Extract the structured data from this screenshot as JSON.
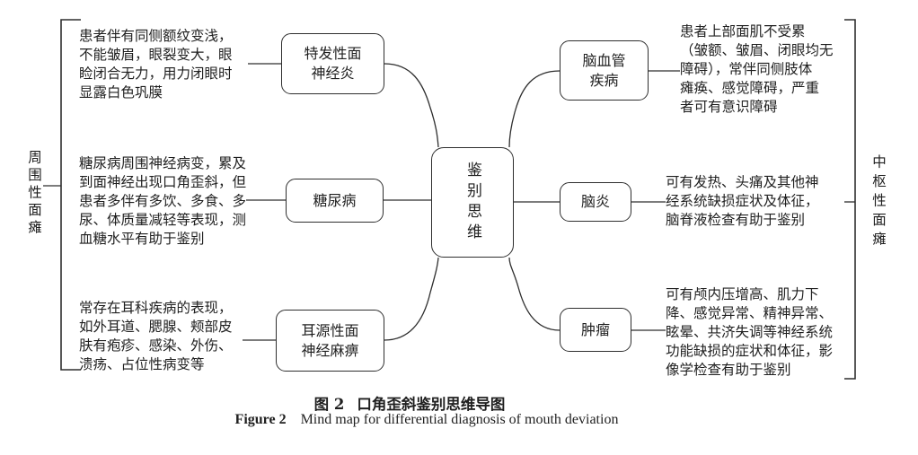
{
  "figure": {
    "caption_zh_label": "图 2",
    "caption_zh_title": "口角歪斜鉴别思维导图",
    "caption_en_label": "Figure 2",
    "caption_en_title": "Mind map for differential diagnosis of mouth deviation"
  },
  "center": {
    "label": "鉴别思维"
  },
  "left_group": {
    "bracket_label": "周围性面瘫",
    "items": [
      {
        "label": "特发性面\n神经炎",
        "description": "患者伴有同侧额纹变浅，\n不能皱眉，眼裂变大，眼\n睑闭合无力，用力闭眼时\n显露白色巩膜"
      },
      {
        "label": "糖尿病",
        "description": "糖尿病周围神经病变，累及\n到面神经出现口角歪斜，但\n患者多伴有多饮、多食、多\n尿、体质量减轻等表现，测\n血糖水平有助于鉴别"
      },
      {
        "label": "耳源性面\n神经麻痹",
        "description": "常存在耳科疾病的表现，\n如外耳道、腮腺、颊部皮\n肤有疱疹、感染、外伤、\n溃疡、占位性病变等"
      }
    ]
  },
  "right_group": {
    "bracket_label": "中枢性面瘫",
    "items": [
      {
        "label": "脑血管\n疾病",
        "description": "患者上部面肌不受累\n（皱额、皱眉、闭眼均无\n障碍），常伴同侧肢体\n瘫痪、感觉障碍，严重\n者可有意识障碍"
      },
      {
        "label": "脑炎",
        "description": "可有发热、头痛及其他神\n经系统缺损症状及体征，\n脑脊液检查有助于鉴别"
      },
      {
        "label": "肿瘤",
        "description": "可有颅内压增高、肌力下\n降、感觉异常、精神异常、\n眩晕、共济失调等神经系统\n功能缺损的症状和体征，影\n像学检查有助于鉴别"
      }
    ]
  },
  "colors": {
    "background": "#ffffff",
    "text": "#1f1f1f",
    "line": "#2e2e2e"
  }
}
